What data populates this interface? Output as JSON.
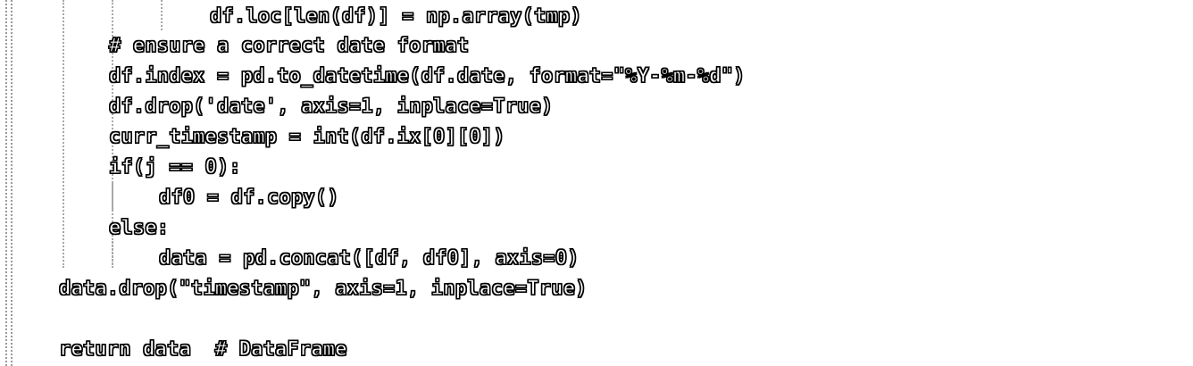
{
  "code_lines": [
    "df.loc[len(df)] = np.array(tmp)",
    "# ensure a correct date format",
    "df.index = pd.to_datetime(df.date, format=\"%Y-%m-%d\")",
    "df.drop('date', axis=1, inplace=True)",
    "curr_timestamp = int(df.ix[0][0])",
    "if(j == 0):",
    "df0 = df.copy()",
    "else:",
    "data = pd.concat([df, df0], axis=0)",
    "data.drop(\"timestamp\", axis=1, inplace=True)",
    "",
    "return data  # DataFrame"
  ]
}
